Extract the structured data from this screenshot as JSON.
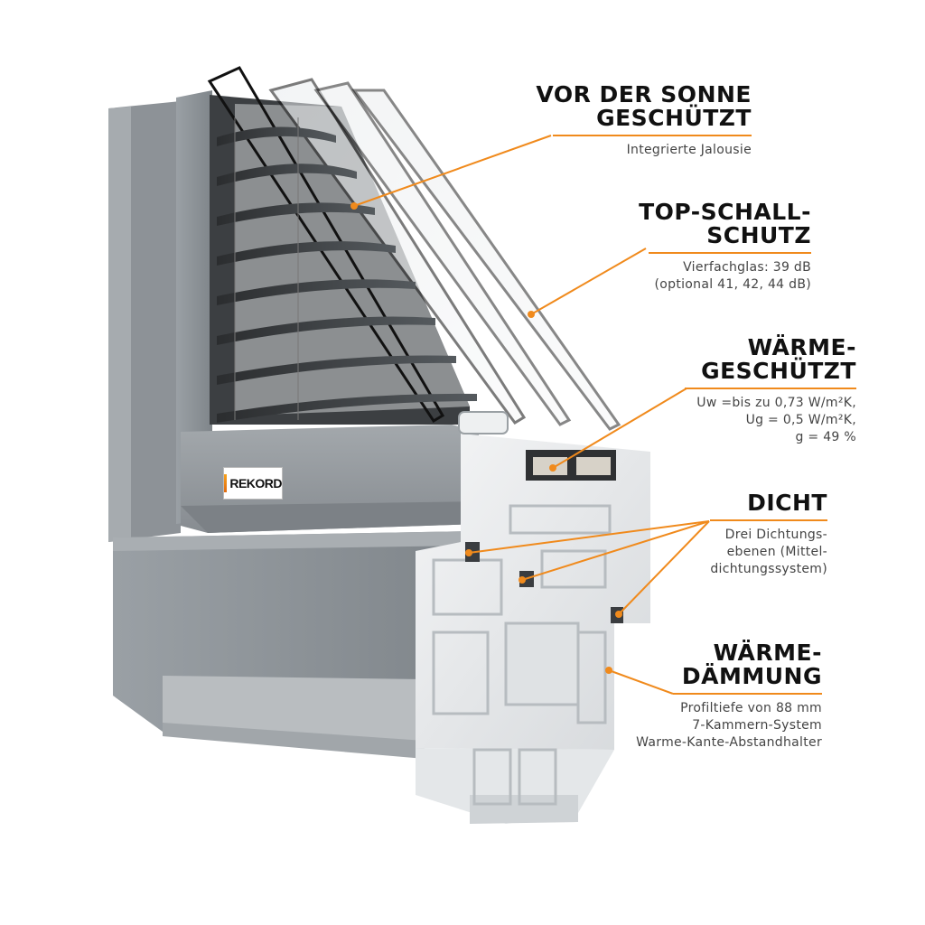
{
  "colors": {
    "accent": "#f08a1c",
    "frame_gray": "#8e9398",
    "pvc_white": "#eef0f1",
    "glass_edge": "#111111"
  },
  "brand": {
    "logo_text": "REKORD"
  },
  "features": [
    {
      "heading_lines": [
        "VOR DER SONNE",
        "GESCHÜTZT"
      ],
      "description_lines": [
        "Integrierte Jalousie"
      ]
    },
    {
      "heading_lines": [
        "TOP-SCHALL-",
        "SCHUTZ"
      ],
      "description_lines": [
        "Vierfachglas: 39 dB",
        "(optional 41, 42, 44 dB)"
      ]
    },
    {
      "heading_lines": [
        "WÄRME-",
        "GESCHÜTZT"
      ],
      "description_lines": [
        "Uw =bis zu 0,73 W/m²K,",
        "Ug = 0,5 W/m²K,",
        "g = 49 %"
      ]
    },
    {
      "heading_lines": [
        "DICHT"
      ],
      "description_lines": [
        "Drei Dichtungs-",
        "ebenen (Mittel-",
        "dichtungssystem)"
      ]
    },
    {
      "heading_lines": [
        "WÄRME-",
        "DÄMMUNG"
      ],
      "description_lines": [
        "Profiltiefe von 88 mm",
        "7-Kammern-System",
        "Warme-Kante-Abstandhalter"
      ]
    }
  ]
}
